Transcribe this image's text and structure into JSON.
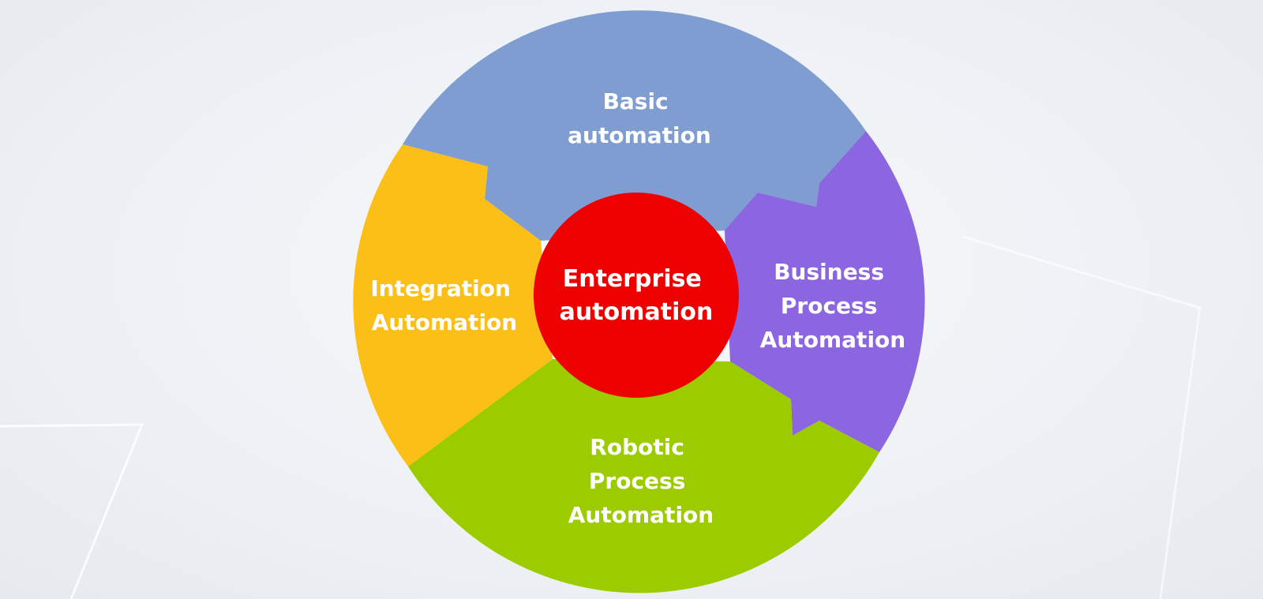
{
  "diagram": {
    "center": {
      "lines": [
        "Enterprise",
        "automation"
      ],
      "color": "#ee0000"
    },
    "segments": [
      {
        "id": "basic",
        "lines": [
          "Basic",
          "automation"
        ],
        "color": "#7f9dd1"
      },
      {
        "id": "business",
        "lines": [
          "Business",
          "Process",
          "Automation"
        ],
        "color": "#8c66e0"
      },
      {
        "id": "robotic",
        "lines": [
          "Robotic",
          "Process",
          "Automation"
        ],
        "color": "#9ccc00"
      },
      {
        "id": "integration",
        "lines": [
          "Integration",
          "Automation"
        ],
        "color": "#fbbf17"
      }
    ]
  }
}
